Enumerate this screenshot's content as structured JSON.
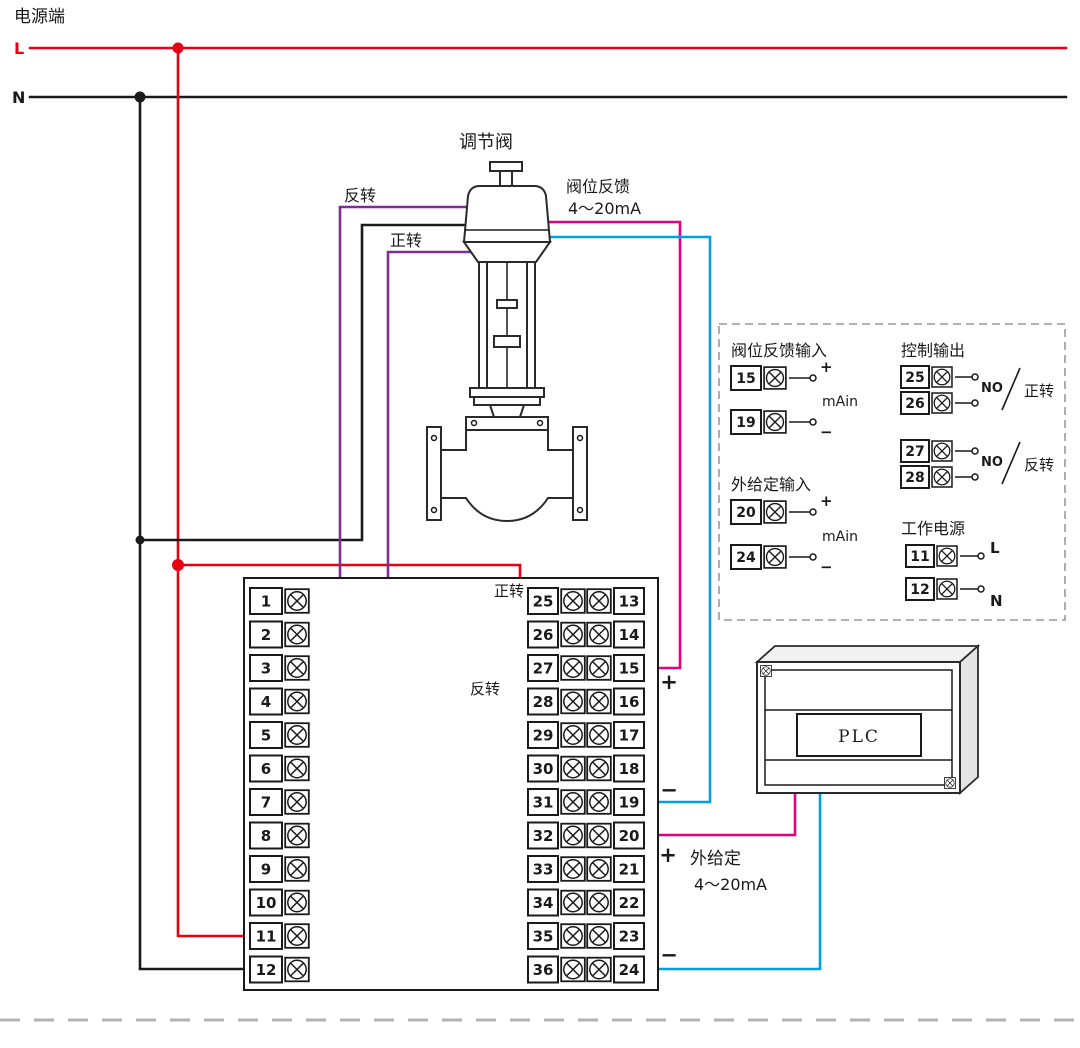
{
  "colors": {
    "wire_live": "#e60012",
    "wire_neutral": "#1a1a1a",
    "wire_motor": "#7d2f91",
    "wire_signal_plus": "#e4007f",
    "wire_signal_minus": "#00a0e9",
    "dashed_box": "#999999"
  },
  "power": {
    "title": "电源端",
    "live": "L",
    "neutral": "N"
  },
  "valve": {
    "title": "调节阀",
    "reverse": "反转",
    "forward": "正转",
    "feedback_title": "阀位反馈",
    "feedback_range": "4～20mA"
  },
  "detail_box": {
    "feedback_input": {
      "title": "阀位反馈输入",
      "t_plus": "15",
      "t_minus": "19",
      "plus": "+",
      "minus": "−",
      "signal": "mAin"
    },
    "setpoint_input": {
      "title": "外给定输入",
      "t_plus": "20",
      "t_minus": "24",
      "plus": "+",
      "minus": "−",
      "signal": "mAin"
    },
    "control_output": {
      "title": "控制输出",
      "forward": {
        "t1": "25",
        "t2": "26",
        "contact": "NO",
        "label": "正转"
      },
      "reverse": {
        "t1": "27",
        "t2": "28",
        "contact": "NO",
        "label": "反转"
      }
    },
    "work_power": {
      "title": "工作电源",
      "t_live": "11",
      "live": "L",
      "t_neutral": "12",
      "neutral": "N"
    }
  },
  "terminal_block": {
    "left": [
      "1",
      "2",
      "3",
      "4",
      "5",
      "6",
      "7",
      "8",
      "9",
      "10",
      "11",
      "12"
    ],
    "inner": [
      "25",
      "26",
      "27",
      "28",
      "29",
      "30",
      "31",
      "32",
      "33",
      "34",
      "35",
      "36"
    ],
    "right": [
      "13",
      "14",
      "15",
      "16",
      "17",
      "18",
      "19",
      "20",
      "21",
      "22",
      "23",
      "24"
    ],
    "forward": "正转",
    "reverse": "反转",
    "feedback_plus": "+",
    "feedback_minus": "−",
    "setpoint_plus": "+",
    "setpoint_minus": "−"
  },
  "setpoint": {
    "label": "外给定",
    "range": "4～20mA"
  },
  "plc": {
    "label": "PLC"
  }
}
